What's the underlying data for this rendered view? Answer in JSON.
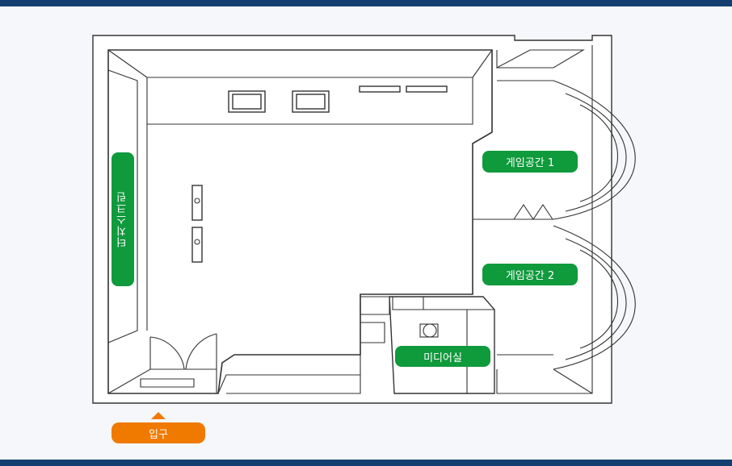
{
  "labels": {
    "touch_screen": "터치스크린",
    "game_space_1": "게임공간 1",
    "game_space_2": "게임공간 2",
    "media_room": "미디어실",
    "entrance": "입구"
  },
  "colors": {
    "header_bar": "#123f6f",
    "label_green": "#0f9a3c",
    "entrance_orange": "#f07a00",
    "background": "#f5f7fb"
  }
}
